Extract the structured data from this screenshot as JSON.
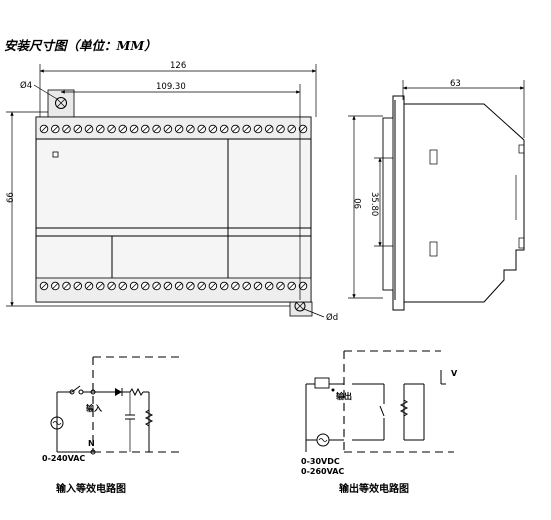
{
  "title": "安装尺寸图（单位：MM）",
  "front_view": {
    "dim_total_width": "126",
    "dim_hole_spacing": "109.30",
    "dim_height": "66",
    "hole_top_label": "Ø4",
    "hole_bottom_label": "Ød",
    "top_terminal_count": 24,
    "bottom_terminal_count": 24
  },
  "side_view": {
    "dim_depth": "63",
    "dim_height": "90",
    "dim_rail": "35.80"
  },
  "input_circuit": {
    "label_in": "输入",
    "label_n": "N",
    "voltage": "0-240VAC",
    "caption": "输入等效电路图"
  },
  "output_circuit": {
    "label_out": "输出",
    "label_v": "V",
    "voltage_dc": "0-30VDC",
    "voltage_ac": "0-260VAC",
    "caption": "输出等效电路图"
  }
}
